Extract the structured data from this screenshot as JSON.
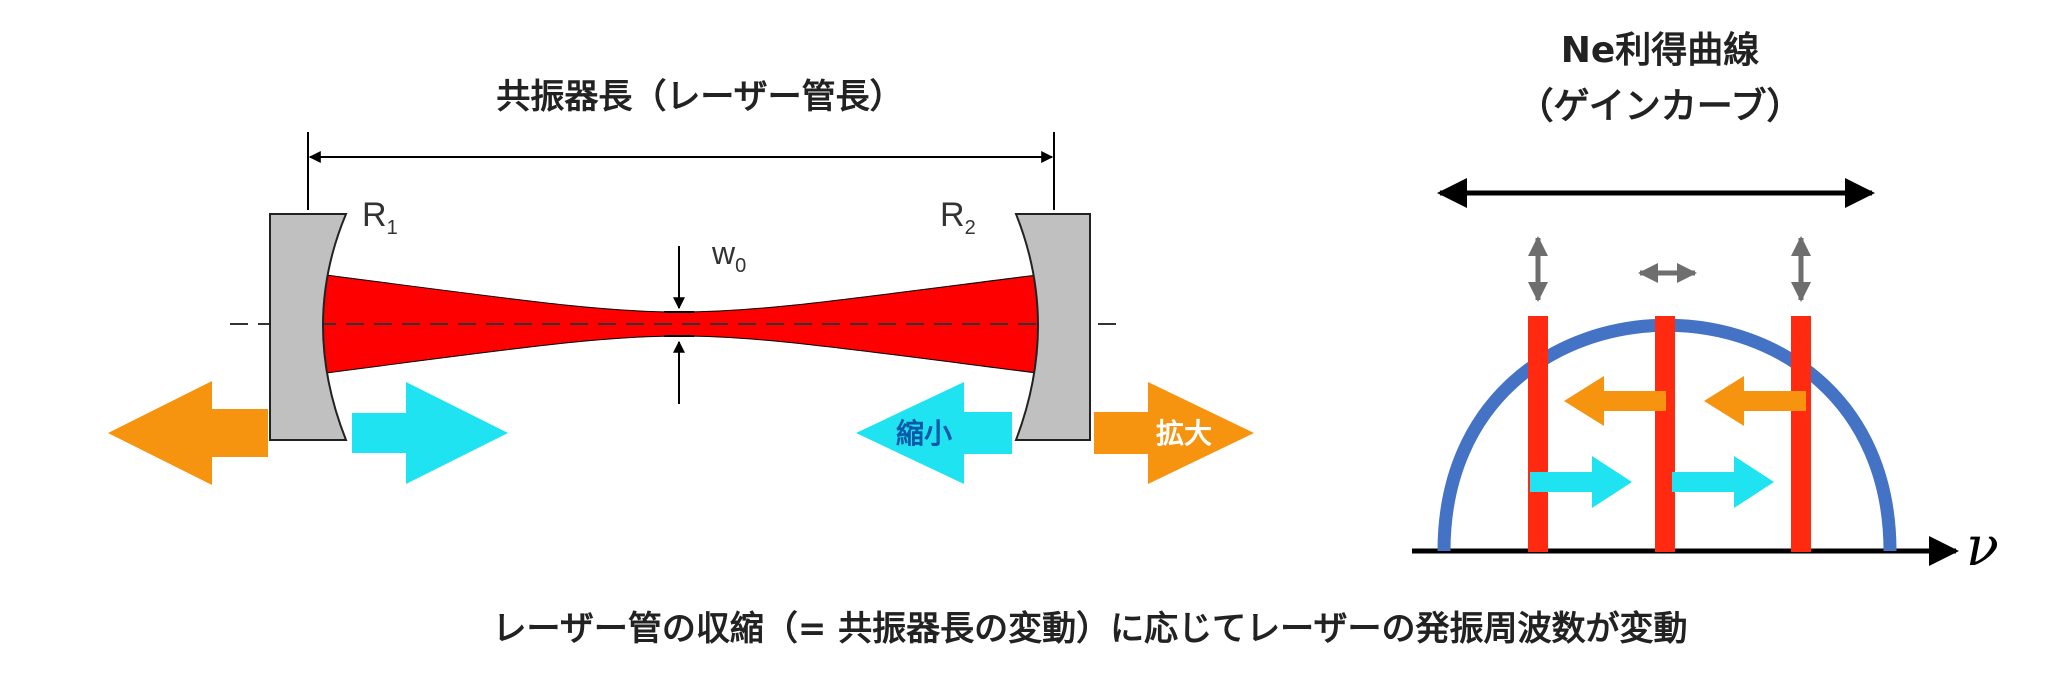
{
  "cavity": {
    "title": "共振器長（レーザー管長）",
    "mirror_left_label": "R",
    "mirror_left_sub": "1",
    "mirror_right_label": "R",
    "mirror_right_sub": "2",
    "waist_label": "w",
    "waist_sub": "0",
    "shrink_label": "縮小",
    "expand_label": "拡大"
  },
  "gain": {
    "title_line1": "Ne利得曲線",
    "title_line2": "（ゲインカーブ）",
    "axis_symbol": "ν"
  },
  "caption": "レーザー管の収縮（= 共振器長の変動）に応じてレーザーの発振周波数が変動",
  "colors": {
    "beam": "#ff0000",
    "mirror": "#c0c0c0",
    "orange_arrow": "#f7940f",
    "cyan_arrow": "#1fe3f0",
    "gain_curve": "#4472c4",
    "mode_line": "#ff2a10",
    "small_arrow": "#707070"
  }
}
